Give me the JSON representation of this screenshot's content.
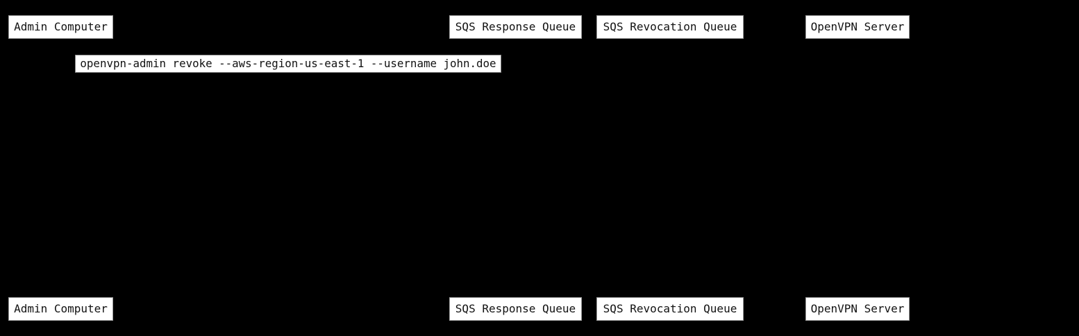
{
  "diagram": {
    "type": "sequence-diagram",
    "colors": {
      "background": "#000000",
      "node_fill": "#ffffff",
      "node_border": "#999999",
      "node_text": "#111111"
    },
    "participants": [
      {
        "label": "Admin Computer"
      },
      {
        "label": "SQS Response Queue"
      },
      {
        "label": "SQS Revocation Queue"
      },
      {
        "label": "OpenVPN Server"
      }
    ],
    "messages": [
      {
        "label": "openvpn-admin revoke --aws-region-us-east-1 --username john.doe"
      }
    ]
  }
}
